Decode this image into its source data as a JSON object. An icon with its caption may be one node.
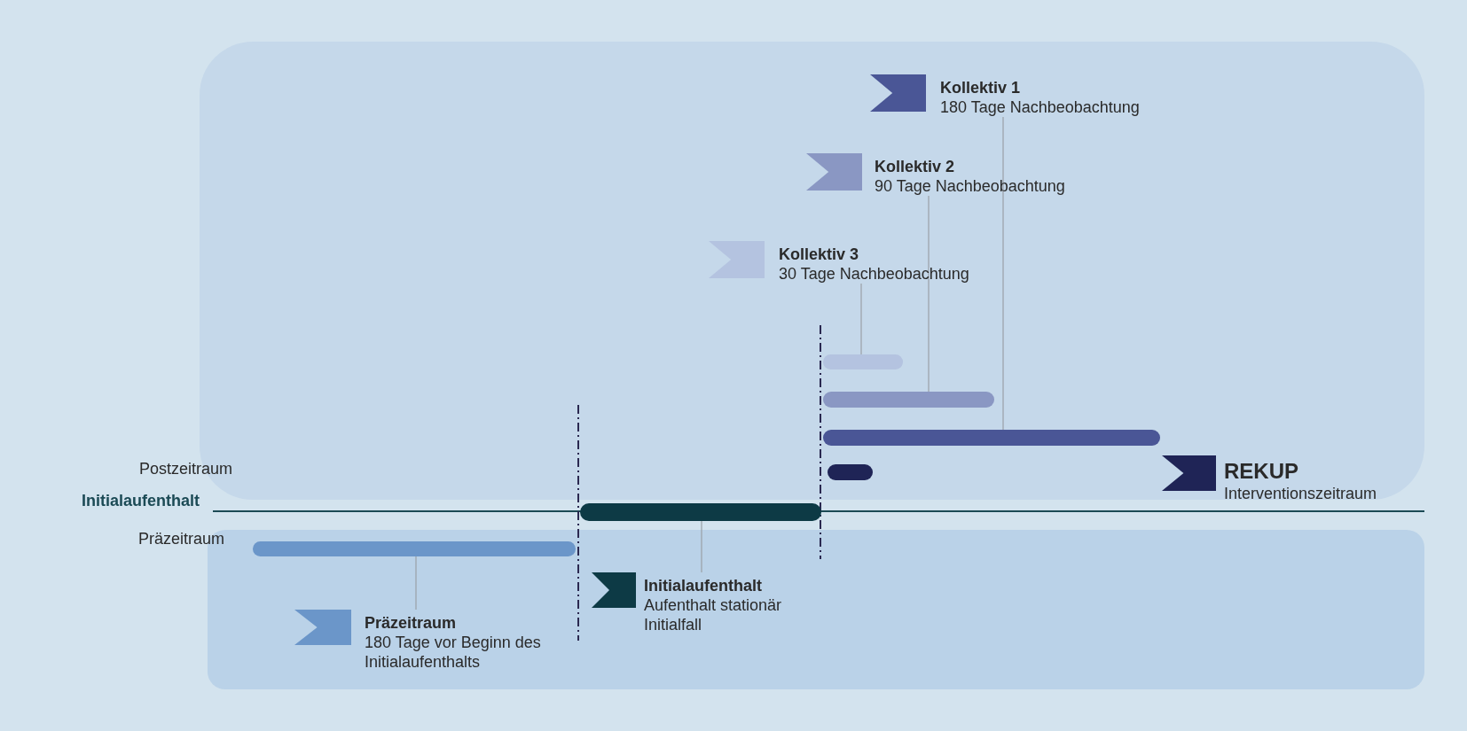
{
  "diagram": {
    "nodes": [
      {
        "text": [
          "Kollektiv 1",
          "180 Tage Nachbeobachtung"
        ]
      },
      {
        "text": [
          "Kollektiv 2",
          "90 Tage Nachbeobachtung"
        ]
      },
      {
        "text": [
          "Kollektiv 3",
          "30 Tage Nachbeobachtung"
        ]
      },
      {
        "text": [],
        "shape": "bar"
      },
      {
        "text": [],
        "shape": "bar"
      },
      {
        "text": [],
        "shape": "bar"
      },
      {
        "text": [],
        "shape": "bar"
      },
      {
        "text": [
          "REKUP",
          "Interventionszeitraum"
        ]
      },
      {
        "text": [],
        "shape": "bar"
      },
      {
        "text": [],
        "shape": "bar"
      },
      {
        "text": [
          "Präzeitraum",
          "180 Tage vor Beginn des Initialaufenthalts"
        ]
      },
      {
        "text": [
          "Initialaufenthalt",
          "Aufenthalt stationär Initialfall"
        ]
      }
    ],
    "edges": [
      {
        "from": 0,
        "to": 5,
        "arrow": "none"
      },
      {
        "from": 1,
        "to": 4,
        "arrow": "none"
      },
      {
        "from": 2,
        "to": 3,
        "arrow": "none"
      },
      {
        "from": 10,
        "to": 9,
        "arrow": "none"
      },
      {
        "from": 11,
        "to": 8,
        "arrow": "none"
      }
    ],
    "labels": [
      "Postzeitraum",
      "Initialaufenthalt",
      "Präzeitraum"
    ]
  }
}
